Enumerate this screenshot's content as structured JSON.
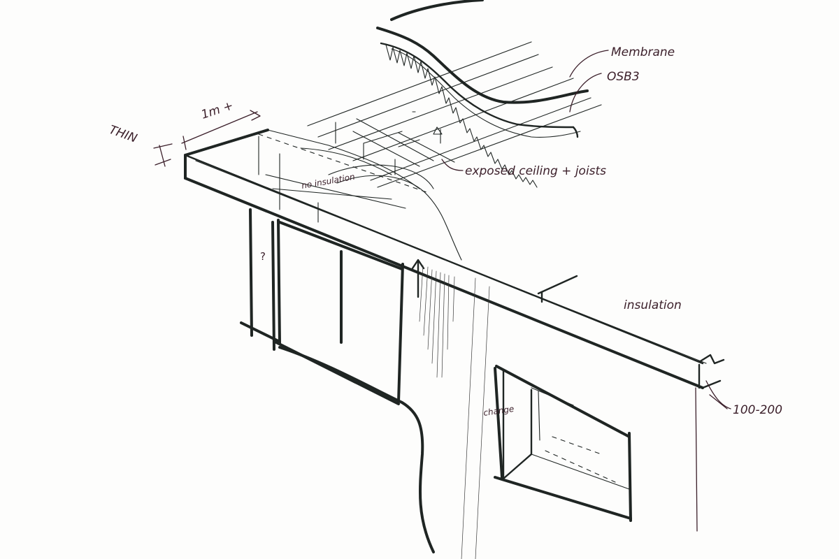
{
  "annotations": {
    "membrane": "Membrane",
    "osb": "OSB3",
    "exposed": "exposed ceiling + joists",
    "dimension": "1m +",
    "thin": "THIN",
    "no_insulation": "no insulation",
    "insulation": "insulation",
    "thickness": "100-200",
    "change": "change",
    "question": "?"
  },
  "colors": {
    "ink": "#1f2523",
    "pen": "#3b1f2a",
    "paper": "#fdfdfc"
  }
}
